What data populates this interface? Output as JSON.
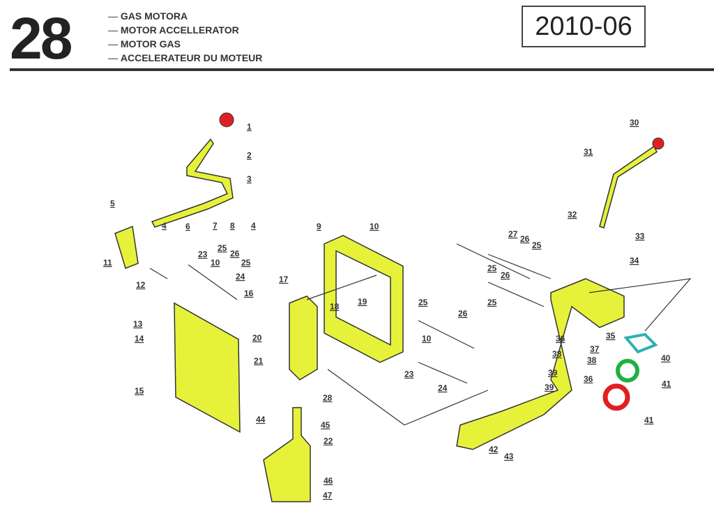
{
  "header": {
    "section_number": "28",
    "titles": [
      "GAS MOTORA",
      "MOTOR ACCELLERATOR",
      "MOTOR GAS",
      "ACCELERATEUR DU MOTEUR"
    ],
    "code": "2010-06"
  },
  "diagram": {
    "callouts": [
      "1",
      "2",
      "3",
      "5",
      "4",
      "6",
      "7",
      "8",
      "4",
      "9",
      "10",
      "11",
      "12",
      "23",
      "10",
      "24",
      "25",
      "26",
      "25",
      "16",
      "17",
      "18",
      "19",
      "13",
      "14",
      "15",
      "20",
      "21",
      "25",
      "26",
      "10",
      "23",
      "24",
      "27",
      "26",
      "25",
      "25",
      "26",
      "25",
      "30",
      "31",
      "32",
      "33",
      "34",
      "35",
      "36",
      "37",
      "38",
      "38",
      "39",
      "36",
      "39",
      "40",
      "41",
      "41",
      "42",
      "43",
      "44",
      "28",
      "45",
      "22",
      "46",
      "47"
    ],
    "colors": {
      "highlight": "#e6f23a",
      "red": "#e02020",
      "green": "#20b040",
      "teal": "#30b0b0",
      "line": "#333333"
    }
  }
}
